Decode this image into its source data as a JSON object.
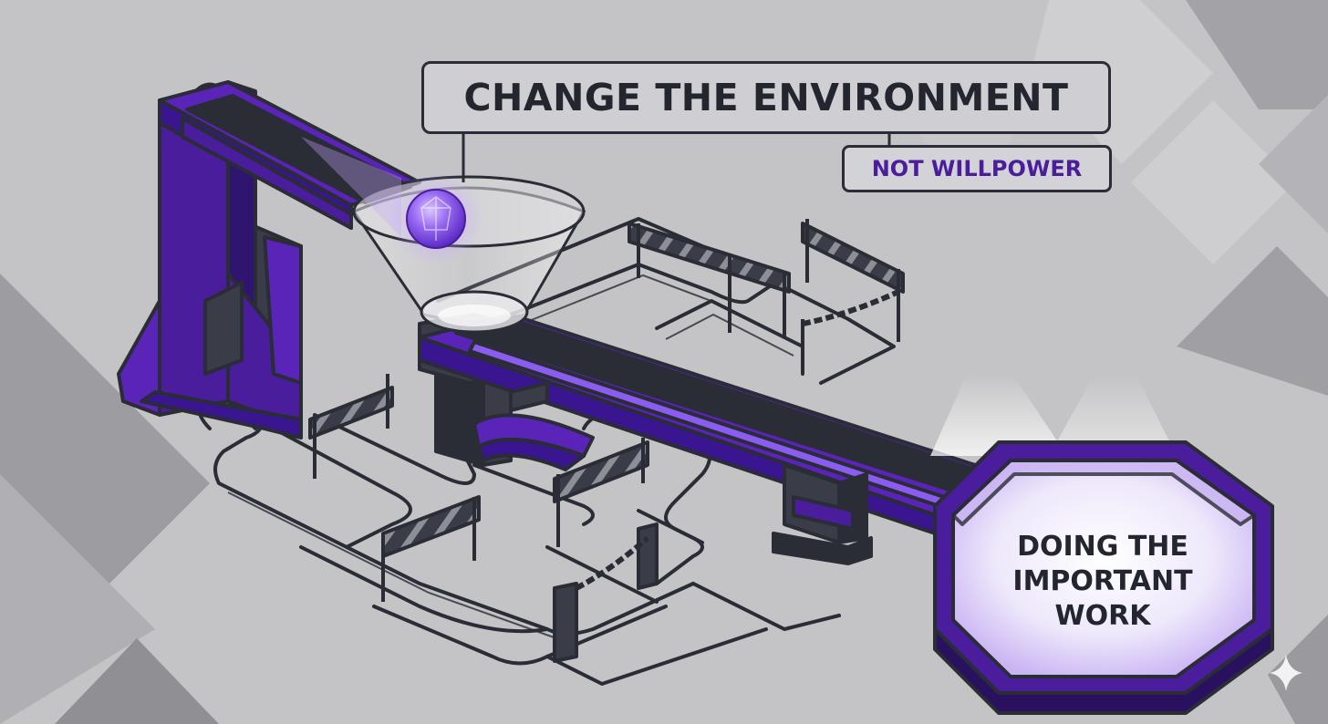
{
  "headline": "CHANGE THE ENVIRONMENT",
  "subheadline": "NOT WILLPOWER",
  "goal_label": "DOING THE IMPORTANT WORK",
  "colors": {
    "background": "#c4c4c6",
    "accent_purple": "#4a1d9c",
    "track_purple": "#5a24b8",
    "highlight_purple": "#8a5cf0",
    "outline_dark": "#2a2c36",
    "barrier_dark": "#3a3d48",
    "goal_glow": "#e6dcfb"
  },
  "icons": [
    "marble-ball-icon",
    "funnel-icon",
    "barrier-icon",
    "chain-icon",
    "sparkle-icon"
  ]
}
